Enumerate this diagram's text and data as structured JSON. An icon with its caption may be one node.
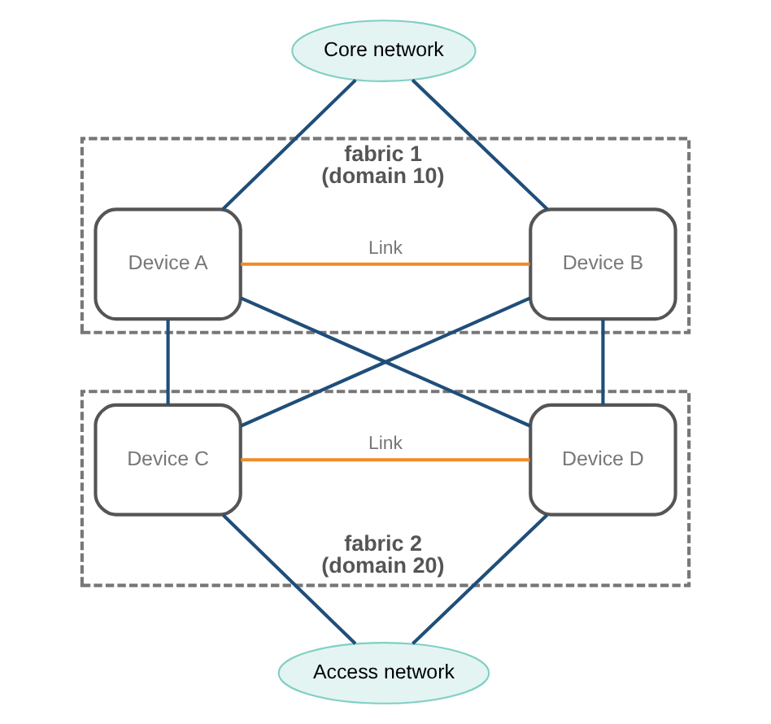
{
  "diagram": {
    "nodes": [
      {
        "text": [
          "Core network"
        ]
      },
      {
        "text": [
          "fabric 1 (domain 10)"
        ]
      },
      {
        "text": [
          "Device A"
        ],
        "in": 1
      },
      {
        "text": [
          "Device B"
        ],
        "in": 1
      },
      {
        "text": [
          "fabric 2 (domain 20)"
        ]
      },
      {
        "text": [
          "Device C"
        ],
        "in": 4
      },
      {
        "text": [
          "Device D"
        ],
        "in": 4
      },
      {
        "text": [
          "Access network"
        ]
      }
    ],
    "edges": [
      {
        "from": 0,
        "to": 2,
        "arrow": "none"
      },
      {
        "from": 0,
        "to": 3,
        "arrow": "none"
      },
      {
        "from": 2,
        "to": 3,
        "arrow": "none",
        "label": "Link",
        "color": "#f08a24"
      },
      {
        "from": 2,
        "to": 5,
        "arrow": "none"
      },
      {
        "from": 2,
        "to": 6,
        "arrow": "none"
      },
      {
        "from": 3,
        "to": 5,
        "arrow": "none"
      },
      {
        "from": 3,
        "to": 6,
        "arrow": "none"
      },
      {
        "from": 5,
        "to": 6,
        "arrow": "none",
        "label": "Link",
        "color": "#f08a24"
      },
      {
        "from": 5,
        "to": 7,
        "arrow": "none"
      },
      {
        "from": 6,
        "to": 7,
        "arrow": "none"
      }
    ]
  }
}
